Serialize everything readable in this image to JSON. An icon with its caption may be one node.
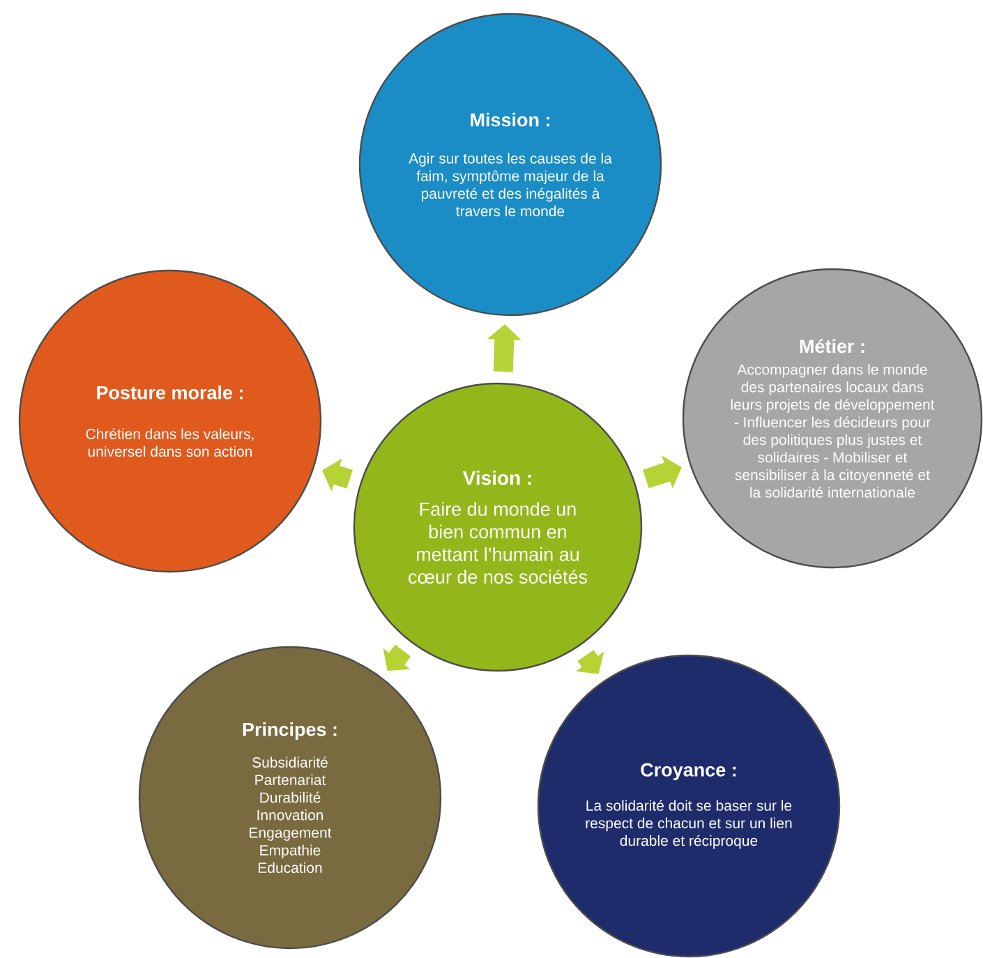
{
  "diagram": {
    "nodes": [
      {
        "text": [
          "Vision :",
          "Faire  du monde un bien commun en mettant l’humain au cœur de nos sociétés"
        ]
      },
      {
        "text": [
          "Mission :",
          "Agir sur toutes les causes de la faim, symptôme majeur de la pauvreté et des inégalités à travers le monde"
        ]
      },
      {
        "text": [
          "Métier :",
          "Accompagner dans le monde des partenaires locaux dans leurs projets de développement - Influencer les décideurs pour des politiques plus justes et solidaires - Mobiliser et sensibiliser à la citoyenneté et la solidarité internationale"
        ]
      },
      {
        "text": [
          "Croyance :",
          "La solidarité doit se baser sur le respect de chacun et sur un lien durable et réciproque"
        ]
      },
      {
        "text": [
          "Principes :",
          "Subsidiarité",
          "Partenariat",
          "Durabilité",
          "Innovation",
          "Engagement",
          "Empathie",
          "Education"
        ]
      },
      {
        "text": [
          "Posture morale :",
          "Chrétien dans les valeurs, universel dans son action"
        ]
      }
    ],
    "edges": [
      {
        "from": 0,
        "to": 1,
        "arrow": "to"
      },
      {
        "from": 0,
        "to": 2,
        "arrow": "to"
      },
      {
        "from": 0,
        "to": 3,
        "arrow": "to"
      },
      {
        "from": 0,
        "to": 4,
        "arrow": "to"
      },
      {
        "from": 0,
        "to": 5,
        "arrow": "to"
      }
    ]
  }
}
